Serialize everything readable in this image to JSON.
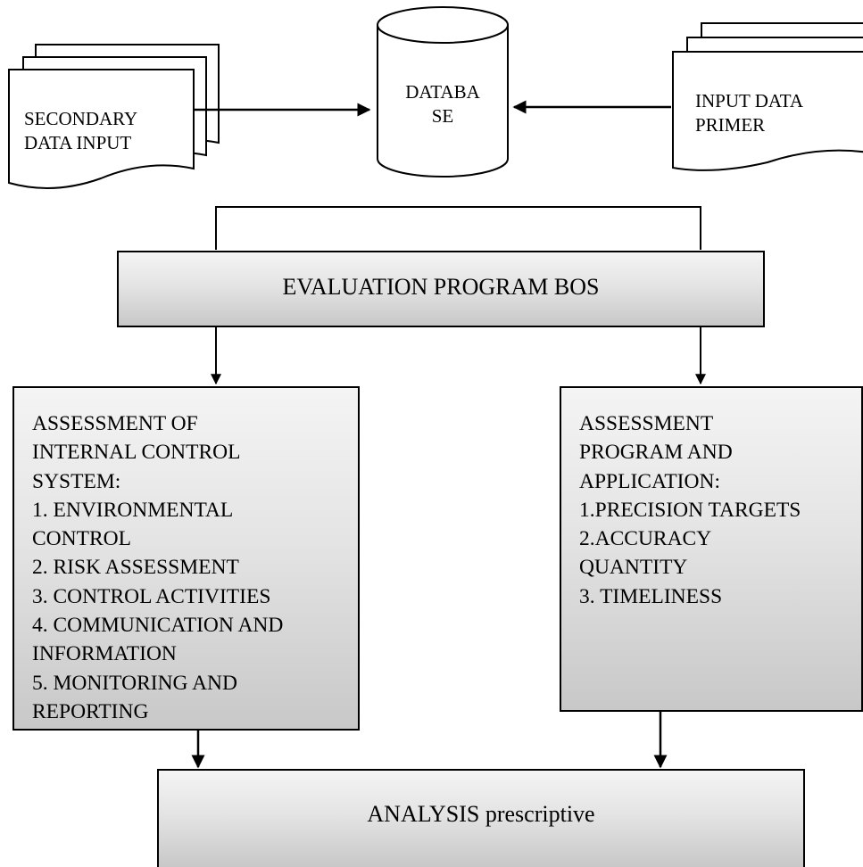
{
  "nodes": {
    "secondary_input": {
      "lines": [
        "SECONDARY",
        "DATA  INPUT"
      ]
    },
    "database": {
      "lines": [
        "DATABA",
        "SE"
      ]
    },
    "primary_input": {
      "lines": [
        "INPUT DATA",
        "PRIMER"
      ]
    },
    "evaluation": {
      "label": "EVALUATION PROGRAM BOS"
    },
    "internal_control": {
      "lines": [
        "ASSESSMENT OF",
        "INTERNAL CONTROL",
        "SYSTEM:",
        "1. ENVIRONMENTAL",
        "CONTROL",
        "2. RISK ASSESSMENT",
        "3. CONTROL ACTIVITIES",
        "4. COMMUNICATION AND",
        "INFORMATION",
        "5. MONITORING AND",
        "REPORTING"
      ]
    },
    "program_assessment": {
      "lines": [
        "ASSESSMENT",
        "PROGRAM AND",
        "APPLICATION:",
        "1.PRECISION  TARGETS",
        "2.ACCURACY",
        "QUANTITY",
        "3. TIMELINESS"
      ]
    },
    "analysis": {
      "label": "ANALYSIS prescriptive"
    }
  }
}
